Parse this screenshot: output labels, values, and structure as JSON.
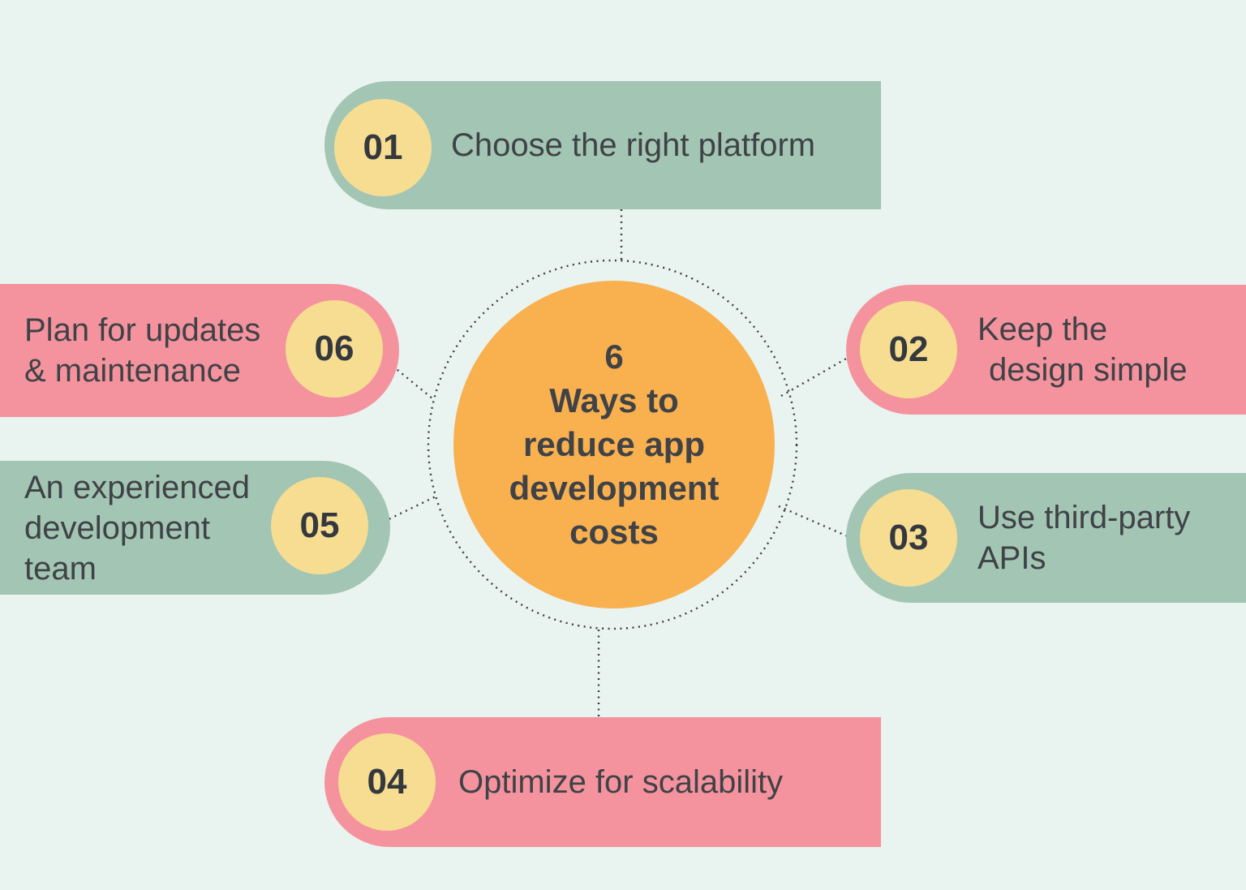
{
  "center": {
    "lines": [
      "6",
      "Ways to",
      "reduce app",
      "development",
      "costs"
    ]
  },
  "items": [
    {
      "number": "01",
      "lines": [
        "Choose the right platform"
      ],
      "color": "green",
      "position": "top"
    },
    {
      "number": "02",
      "lines": [
        "Keep the",
        "design simple"
      ],
      "color": "pink",
      "position": "right-upper"
    },
    {
      "number": "03",
      "lines": [
        "Use third-party",
        "APIs"
      ],
      "color": "green",
      "position": "right-lower"
    },
    {
      "number": "04",
      "lines": [
        "Optimize for scalability"
      ],
      "color": "pink",
      "position": "bottom"
    },
    {
      "number": "05",
      "lines": [
        "An experienced",
        "development",
        "team"
      ],
      "color": "green",
      "position": "left-lower"
    },
    {
      "number": "06",
      "lines": [
        "Plan for updates",
        "& maintenance"
      ],
      "color": "pink",
      "position": "left-upper"
    }
  ],
  "colors": {
    "background": "#e9f3f0",
    "green": "#a3c5b3",
    "pink": "#f4939e",
    "yellow": "#f6dd92",
    "orange": "#f9b04e",
    "dots": "#3d3d3d",
    "text": "#3f4247"
  }
}
